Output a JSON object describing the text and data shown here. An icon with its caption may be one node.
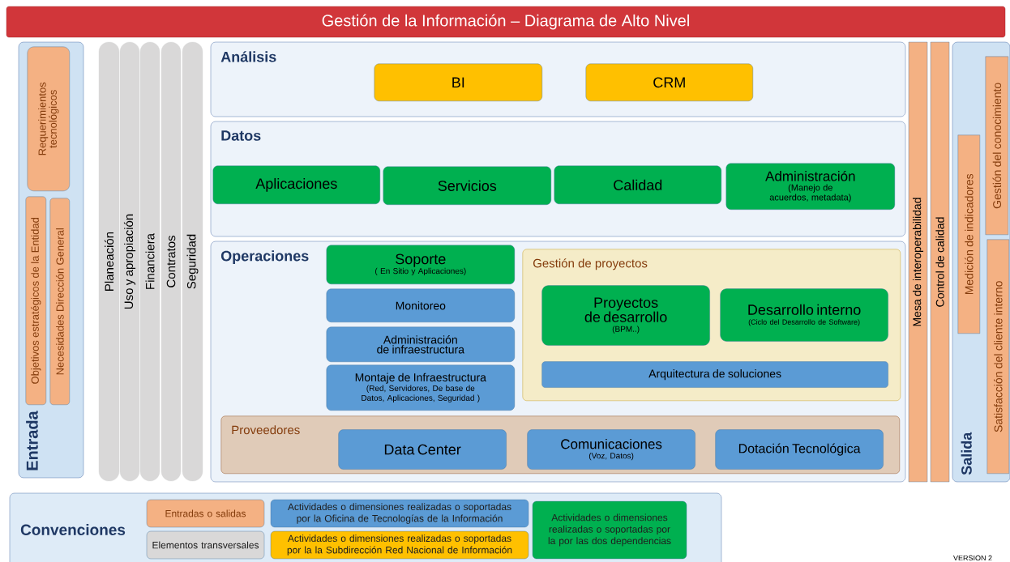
{
  "diagram": {
    "title": "Gestión de la Información – Diagrama de Alto Nivel",
    "nodes": [
      {
        "text": [
          "Entrada"
        ]
      },
      {
        "text": [
          "Requerimientos tecnológicos"
        ],
        "in": 0
      },
      {
        "text": [
          "Objetivos estratégicos de la Entidad"
        ],
        "in": 0
      },
      {
        "text": [
          "Necesidades Dirección General"
        ],
        "in": 0
      },
      {
        "text": [
          "Planeación"
        ]
      },
      {
        "text": [
          "Uso y apropiación"
        ]
      },
      {
        "text": [
          "Financiera"
        ]
      },
      {
        "text": [
          "Contratos"
        ]
      },
      {
        "text": [
          "Seguridad"
        ]
      },
      {
        "text": [
          "Análisis"
        ]
      },
      {
        "text": [
          "BI"
        ],
        "in": 9
      },
      {
        "text": [
          "CRM"
        ],
        "in": 9
      },
      {
        "text": [
          "Datos"
        ]
      },
      {
        "text": [
          "Aplicaciones"
        ],
        "in": 12
      },
      {
        "text": [
          "Servicios"
        ],
        "in": 12
      },
      {
        "text": [
          "Calidad"
        ],
        "in": 12
      },
      {
        "text": [
          "Administración",
          "(Manejo de acuerdos, metadata)"
        ],
        "in": 12
      },
      {
        "text": [
          "Operaciones"
        ]
      },
      {
        "text": [
          "Soporte",
          "( En Sitio y Aplicaciones)"
        ],
        "in": 17
      },
      {
        "text": [
          "Monitoreo"
        ],
        "in": 17
      },
      {
        "text": [
          "Administración de infraestructura"
        ],
        "in": 17
      },
      {
        "text": [
          "Montaje de Infraestructura",
          "(Red, Servidores, De base de Datos, Aplicaciones, Seguridad )"
        ],
        "in": 17
      },
      {
        "text": [
          "Gestión de proyectos"
        ],
        "in": 17
      },
      {
        "text": [
          "Proyectos de desarrollo",
          "(BPM..)"
        ],
        "in": 22
      },
      {
        "text": [
          "Desarrollo interno",
          "(Ciclo del Desarrollo de Software)"
        ],
        "in": 22
      },
      {
        "text": [
          "Arquitectura de soluciones"
        ],
        "in": 22
      },
      {
        "text": [
          "Proveedores"
        ],
        "in": 17
      },
      {
        "text": [
          "Data Center"
        ],
        "in": 26
      },
      {
        "text": [
          "Comunicaciones",
          "(Voz, Datos)"
        ],
        "in": 26
      },
      {
        "text": [
          "Dotación Tecnológica"
        ],
        "in": 26
      },
      {
        "text": [
          "Mesa de interoperabilidad"
        ]
      },
      {
        "text": [
          "Control de calidad"
        ]
      },
      {
        "text": [
          "Salida"
        ]
      },
      {
        "text": [
          "Gestión del conocimiento"
        ],
        "in": 32
      },
      {
        "text": [
          "Medición de indicadores"
        ],
        "in": 32
      },
      {
        "text": [
          "Satisfacción del cliente interno"
        ],
        "in": 32
      }
    ],
    "labels": [
      "Convenciones",
      "VERSION 2"
    ],
    "legend": [
      {
        "text": "Entradas o salidas",
        "color": "#f4b183"
      },
      {
        "text": "Elementos transversales",
        "color": "#d9d8d8"
      },
      {
        "text": "Actividades o dimensiones realizadas o soportadas por la Oficina de Tecnologías de la Información",
        "color": "#5b9bd5"
      },
      {
        "text": "Actividades o dimensiones realizadas o soportadas por la la Subdirección Red Nacional de Información",
        "color": "#ffc000"
      },
      {
        "text": "Actividades o dimensiones realizadas o soportadas por la por las dos dependencias",
        "color": "#00b050"
      }
    ]
  }
}
